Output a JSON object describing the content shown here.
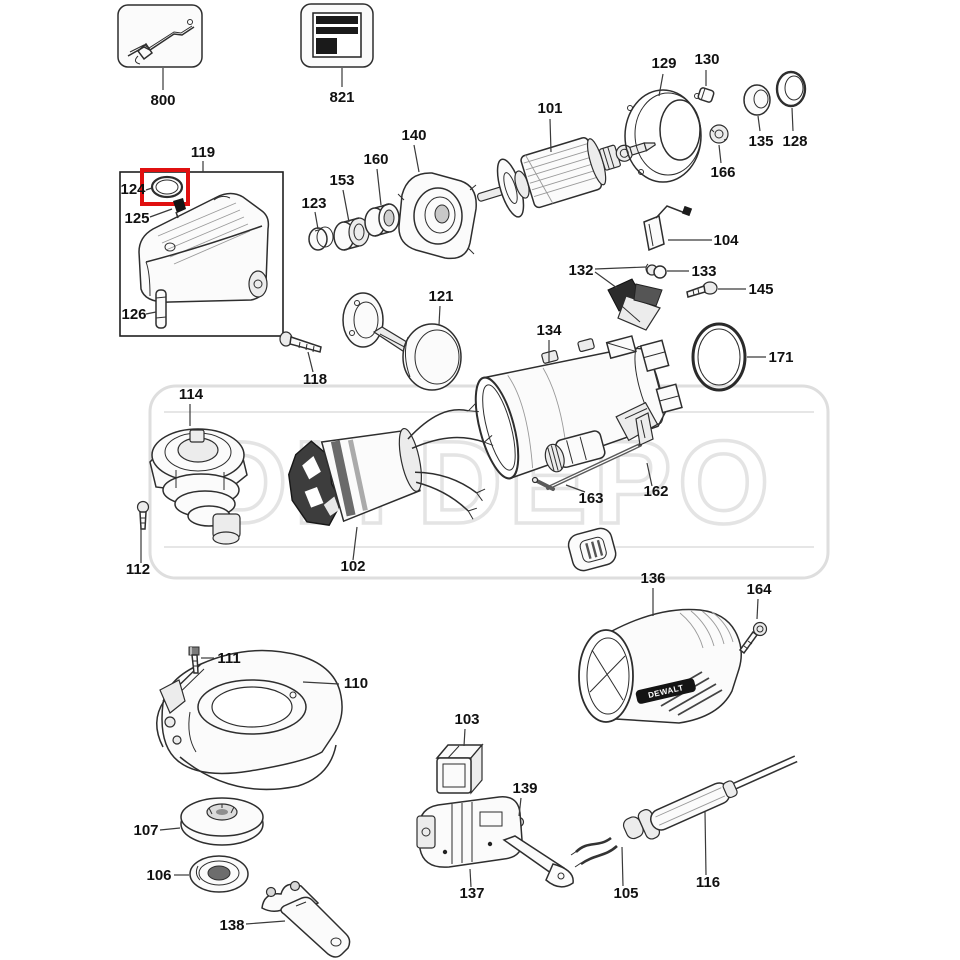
{
  "diagram": {
    "watermark_text": "DIYDEPO",
    "brand_label": "DEWALT",
    "highlight_color": "#e01010"
  },
  "parts": {
    "800": "800",
    "821": "821",
    "101": "101",
    "102": "102",
    "103": "103",
    "104": "104",
    "105": "105",
    "106": "106",
    "107": "107",
    "110": "110",
    "111": "111",
    "112": "112",
    "114": "114",
    "116": "116",
    "118": "118",
    "119": "119",
    "121": "121",
    "123": "123",
    "124": "124",
    "125": "125",
    "126": "126",
    "128": "128",
    "129": "129",
    "130": "130",
    "132": "132",
    "133": "133",
    "134": "134",
    "135": "135",
    "136": "136",
    "137": "137",
    "138": "138",
    "139": "139",
    "140": "140",
    "145": "145",
    "153": "153",
    "160": "160",
    "162": "162",
    "163": "163",
    "164": "164",
    "166": "166",
    "171": "171"
  }
}
